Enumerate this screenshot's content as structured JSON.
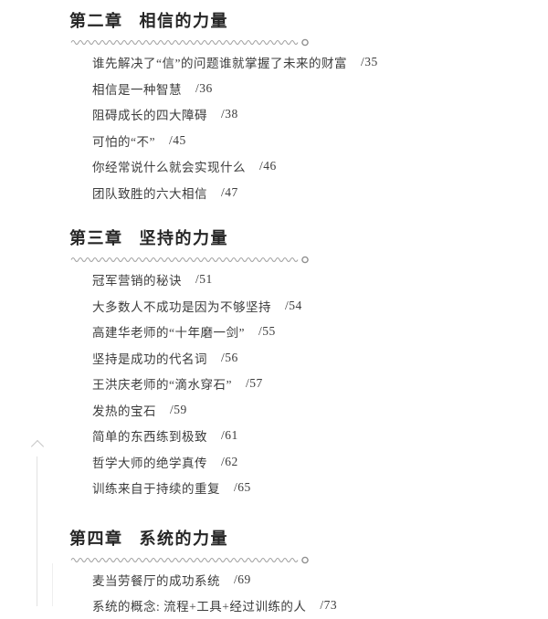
{
  "page": {
    "background": "#ffffff",
    "title_color": "#262626",
    "entry_color": "#3c3c3c",
    "divider_color": "#a3a3a3"
  },
  "chapters": [
    {
      "number": "第二章",
      "name": "相信的力量",
      "entries": [
        {
          "title": "谁先解决了“信”的问题谁就掌握了未来的财富",
          "page": "/35"
        },
        {
          "title": "相信是一种智慧",
          "page": "/36"
        },
        {
          "title": "阻碍成长的四大障碍",
          "page": "/38"
        },
        {
          "title": "可怕的“不”",
          "page": "/45"
        },
        {
          "title": "你经常说什么就会实现什么",
          "page": "/46"
        },
        {
          "title": "团队致胜的六大相信",
          "page": "/47"
        }
      ]
    },
    {
      "number": "第三章",
      "name": "坚持的力量",
      "entries": [
        {
          "title": "冠军营销的秘诀",
          "page": "/51"
        },
        {
          "title": "大多数人不成功是因为不够坚持",
          "page": "/54"
        },
        {
          "title": "高建华老师的“十年磨一剑”",
          "page": "/55"
        },
        {
          "title": "坚持是成功的代名词",
          "page": "/56"
        },
        {
          "title": "王洪庆老师的“滴水穿石”",
          "page": "/57"
        },
        {
          "title": "发热的宝石",
          "page": "/59"
        },
        {
          "title": "简单的东西练到极致",
          "page": "/61"
        },
        {
          "title": "哲学大师的绝学真传",
          "page": "/62"
        },
        {
          "title": "训练来自于持续的重复",
          "page": "/65"
        }
      ]
    },
    {
      "number": "第四章",
      "name": "系统的力量",
      "entries": [
        {
          "title": "麦当劳餐厅的成功系统",
          "page": "/69"
        },
        {
          "title": "系统的概念: 流程+工具+经过训练的人",
          "page": "/73"
        }
      ]
    }
  ]
}
